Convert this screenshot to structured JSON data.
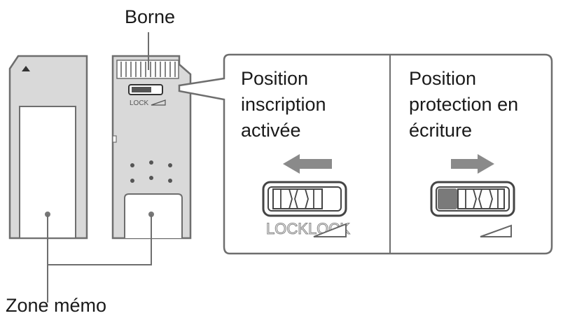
{
  "labels": {
    "terminal": "Borne",
    "memo_zone": "Zone mémo",
    "card_lock": "LOCK"
  },
  "panels": {
    "write_enabled": {
      "lines": [
        "Position",
        "inscription",
        "activée"
      ],
      "lock_labels": [
        "LOCK",
        "LOCK"
      ]
    },
    "write_protected": {
      "lines": [
        "Position",
        "protection en",
        "écriture"
      ]
    }
  },
  "colors": {
    "card_fill": "#d9d9d9",
    "outline": "#6e6e6e",
    "arrow": "#8a8a8a",
    "switch_dark": "#7a7a7a",
    "text": "#1a1a1a"
  }
}
